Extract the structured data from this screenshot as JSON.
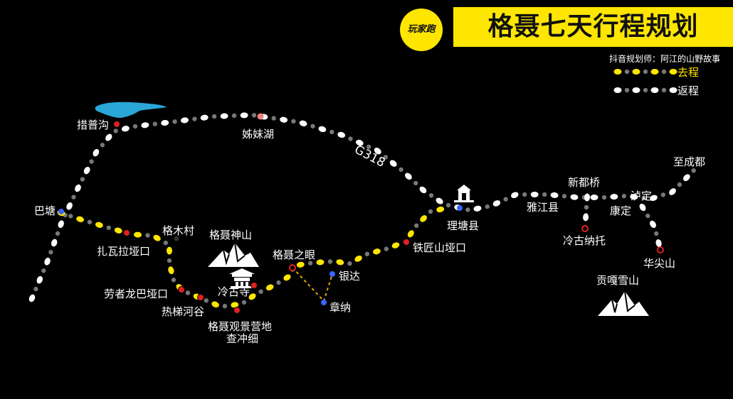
{
  "header": {
    "title": "格聂七天行程规划",
    "logo_text": "玩家跑",
    "credit": "抖音规划师：阿江的山野故事"
  },
  "legend": {
    "outbound": {
      "label": "去程",
      "color": "#FFE600"
    },
    "return": {
      "label": "返程",
      "color": "#FFFFFF"
    }
  },
  "colors": {
    "background": "#000000",
    "accent": "#FFE600",
    "red_marker": "#E02020",
    "blue_marker": "#3A66FF",
    "lake": "#2AA7D6",
    "dot_gray": "#777777"
  },
  "road_label": "G318",
  "places": {
    "cuopugou": "措普沟",
    "zimeihu": "姊妹湖",
    "batang": "巴塘",
    "zhawala": "扎瓦拉垭口",
    "gemucun": "格木村",
    "genieshenshan": "格聂神山",
    "laozhelongba": "劳者龙巴垭口",
    "retihegu": "热梯河谷",
    "lenggusi": "冷古寺",
    "genieyingdi": "格聂观景营地",
    "chachongxi": "查冲细",
    "geniezhiyan": "格聂之眼",
    "yinda": "银达",
    "zhangna": "章纳",
    "tiejiangshan": "铁匠山垭口",
    "litang": "理塘县",
    "yajiang": "雅江县",
    "xindu": "新都桥",
    "lenggunatuo": "冷古纳托",
    "kangding": "康定",
    "luding": "泸定",
    "zhichengdu": "至成都",
    "huajianshan": "华尖山",
    "gongga": "贡嘎雪山"
  },
  "icons": {
    "mountain": "mountain-icon",
    "temple": "temple-icon",
    "lake": "lake-icon",
    "town": "town-icon"
  }
}
